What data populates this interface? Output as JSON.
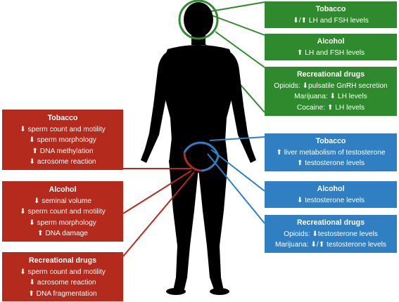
{
  "colors": {
    "brain": "#2e8a2c",
    "testes": "#b42a1c",
    "liver": "#2f7fc2",
    "body": "#000000"
  },
  "brain_effects": [
    {
      "title": "Tobacco",
      "lines": [
        "⬇/⬆ LH and FSH levels"
      ]
    },
    {
      "title": "Alcohol",
      "lines": [
        "⬆ LH and FSH levels"
      ]
    },
    {
      "title": "Recreational drugs",
      "lines": [
        "Opioids: ⬇pulsatile GnRH secretion",
        "Marijuana: ⬇ LH levels",
        "Cocaine: ⬆ LH levels"
      ]
    }
  ],
  "testes_effects": [
    {
      "title": "Tobacco",
      "lines": [
        "⬇ sperm count and motility",
        "⬇ sperm morphology",
        "⬆ DNA methylation",
        "⬇ acrosome reaction"
      ]
    },
    {
      "title": "Alcohol",
      "lines": [
        "⬇ seminal volume",
        "⬇ sperm count and motility",
        "⬇ sperm morphology",
        "⬆ DNA damage"
      ]
    },
    {
      "title": "Recreational drugs",
      "lines": [
        "⬇ sperm count and motility",
        "⬇ acrosome reaction",
        "⬆ DNA fragmentation"
      ]
    }
  ],
  "liver_effects": [
    {
      "title": "Tobacco",
      "lines": [
        "⬆ liver metabolism of testosterone",
        "⬆ testosterone levels"
      ]
    },
    {
      "title": "Alcohol",
      "lines": [
        "⬇ testosterone levels"
      ]
    },
    {
      "title": "Recreational drugs",
      "lines": [
        "Opioids: ⬇testosterone levels",
        "Marijuana: ⬇/⬆ testosterone levels"
      ]
    }
  ]
}
